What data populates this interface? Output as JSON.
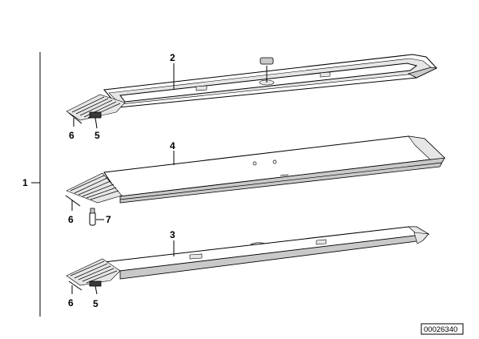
{
  "diagram": {
    "callouts": {
      "c1": "1",
      "c2": "2",
      "c3": "3",
      "c4": "4",
      "c5a": "5",
      "c5b": "5",
      "c6a": "6",
      "c6b": "6",
      "c6c": "6",
      "c7": "7"
    },
    "reference_number": "00026340"
  }
}
